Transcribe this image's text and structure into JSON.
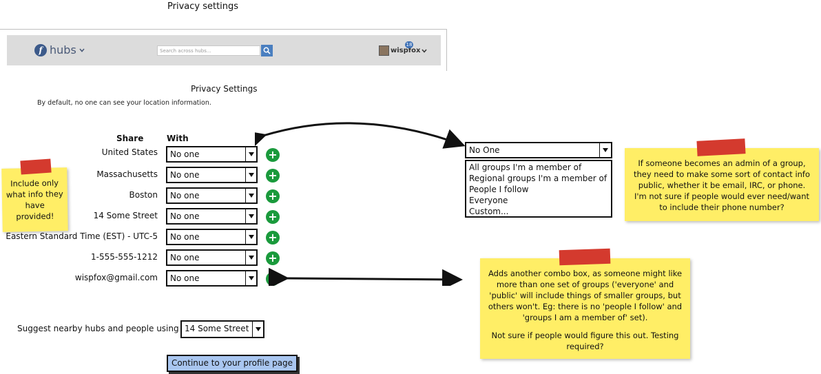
{
  "page_title": "Privacy settings",
  "header": {
    "logo_letter": "f",
    "logo_text": "hubs",
    "search_placeholder": "Search across hubs...",
    "username": "wispfox",
    "badge_count": "18"
  },
  "privacy": {
    "title": "Privacy Settings",
    "description": "By default, no one can see your location information.",
    "col_share": "Share",
    "col_with": "With",
    "rows": [
      {
        "label": "United States",
        "value": "No one"
      },
      {
        "label": "Massachusetts",
        "value": "No one"
      },
      {
        "label": "Boston",
        "value": "No one"
      },
      {
        "label": "14 Some Street",
        "value": "No one"
      },
      {
        "label": "Eastern Standard Time (EST) - UTC-5",
        "value": "No one"
      },
      {
        "label": "1-555-555-1212",
        "value": "No one"
      },
      {
        "label": "wispfox@gmail.com",
        "value": "No one"
      }
    ],
    "suggest_label": "Suggest nearby hubs and people using",
    "suggest_value": "14 Some Street",
    "continue_label": "Continue to your profile page"
  },
  "dropdown": {
    "selected": "No One",
    "options": [
      "All groups I'm a member of",
      "Regional groups I'm a member of",
      "People I follow",
      "Everyone",
      "Custom..."
    ]
  },
  "notes": {
    "left": "Include only what info they have provided!",
    "admin": "If someone becomes an admin of a  group, they need to make some sort of contact info public, whether it be email, IRC, or phone. I'm not sure if people would ever need/want to include their phone number?",
    "combo_p1": "Adds another combo box, as someone might like more than one set of groups ('everyone' and 'public' will include things of smaller groups, but others won't. Eg: there is no 'people I follow' and 'groups I am a member of' set).",
    "combo_p2": "Not sure if people would figure this out. Testing required?"
  },
  "colors": {
    "note": "#ffee66",
    "tape": "#d43a2e",
    "add_button": "#1a9a3c",
    "continue_button": "#a9c6f0"
  }
}
